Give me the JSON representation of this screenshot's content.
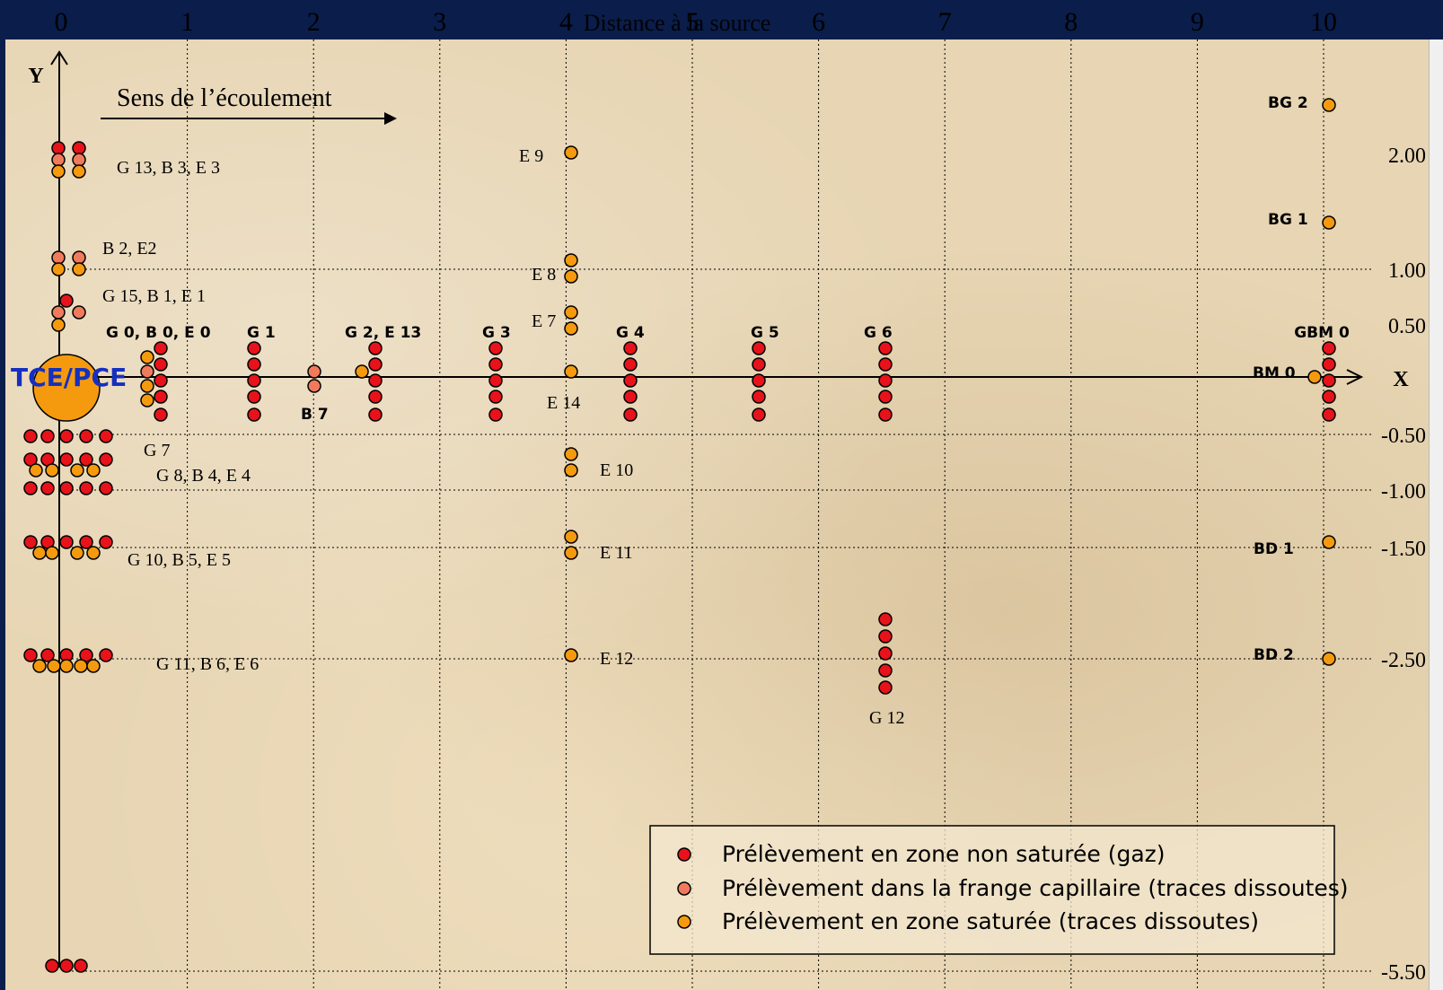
{
  "colors": {
    "frame": "#0b1d4a",
    "background": "#e7d5b3",
    "gas": "#e8121a",
    "capillary": "#f07b5c",
    "saturated": "#f59a0e",
    "source": "#f59a0e",
    "source_label": "#1530c0"
  },
  "axes": {
    "x_ticks": [
      "0",
      "1",
      "2",
      "3",
      "4",
      "5",
      "6",
      "7",
      "8",
      "9",
      "10"
    ],
    "x_title": "Distance à la source",
    "x_label": "X",
    "y_label": "Y",
    "y_ticks": [
      "2.00",
      "1.00",
      "0.50",
      "-0.50",
      "-1.00",
      "-1.50",
      "-2.50",
      "-5.50"
    ]
  },
  "flow": {
    "label": "Sens de l’écoulement"
  },
  "source": {
    "label": "TCE/PCE"
  },
  "point_labels": [
    "G 13, B 3, E 3",
    "B 2, E2",
    "G 15, B 1, E 1",
    "G 0, B 0, E 0",
    "G 1",
    "G 2, E 13",
    "G 3",
    "G 4",
    "G 5",
    "G 6",
    "GBM 0",
    "BM 0",
    "B 7",
    "E 9",
    "E 8",
    "E 7",
    "E 14",
    "E 10",
    "E 11",
    "E 12",
    "G 7",
    "G 8, B 4, E 4",
    "G 10, B 5, E 5",
    "G 11, B 6, E 6",
    "G 12",
    "BG 2",
    "BG 1",
    "BD 1",
    "BD 2"
  ],
  "legend": {
    "items": [
      {
        "label": "Prélèvement en zone non saturée (gaz)",
        "type": "gas"
      },
      {
        "label": "Prélèvement dans la frange capillaire (traces dissoutes)",
        "type": "capillary"
      },
      {
        "label": "Prélèvement en zone saturée (traces dissoutes)",
        "type": "saturated"
      }
    ]
  },
  "chart_data": {
    "type": "scatter",
    "xlabel": "Distance à la source",
    "x_range": [
      0,
      10
    ],
    "series": [
      {
        "name": "Prélèvement en zone non saturée (gaz)",
        "type": "gas"
      },
      {
        "name": "Prélèvement dans la frange capillaire (traces dissoutes)",
        "type": "capillary"
      },
      {
        "name": "Prélèvement en zone saturée (traces dissoutes)",
        "type": "saturated"
      }
    ]
  }
}
